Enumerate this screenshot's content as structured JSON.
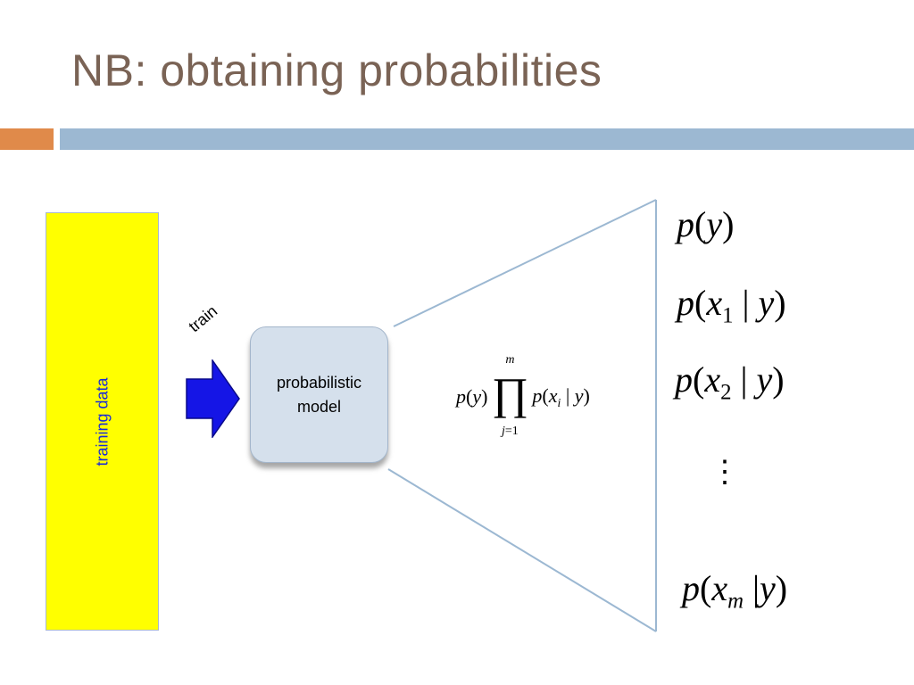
{
  "slide": {
    "title": "NB: obtaining probabilities",
    "colors": {
      "title": "#7a6355",
      "accent_orange": "#e08a4a",
      "accent_blue": "#9cb8d2",
      "training_box": "#ffff00",
      "training_text": "#1a2bd6",
      "arrow": "#1515e6"
    }
  },
  "diagram": {
    "training_data_label": "training data",
    "train_label": "train",
    "model_label_line1": "probabilistic",
    "model_label_line2": "model",
    "arrow_icon": "right-arrow-icon"
  },
  "formula": {
    "center": {
      "lead_p": "p",
      "lead_var": "y",
      "prod_upper": "m",
      "prod_symbol": "∏",
      "prod_lower_var": "j",
      "prod_lower_rest": "=1",
      "term_p": "p",
      "term_x": "x",
      "term_sub": "i",
      "term_bar": "|",
      "term_y": "y"
    },
    "list": [
      {
        "p": "p",
        "var": "y"
      },
      {
        "p": "p",
        "x": "x",
        "sub": "1",
        "bar": "|",
        "y": "y"
      },
      {
        "p": "p",
        "x": "x",
        "sub": "2",
        "bar": "|",
        "y": "y"
      },
      {
        "p": "p",
        "x": "x",
        "sub": "m",
        "bar": "|",
        "y": "y"
      }
    ],
    "ellipsis": "⋮"
  }
}
